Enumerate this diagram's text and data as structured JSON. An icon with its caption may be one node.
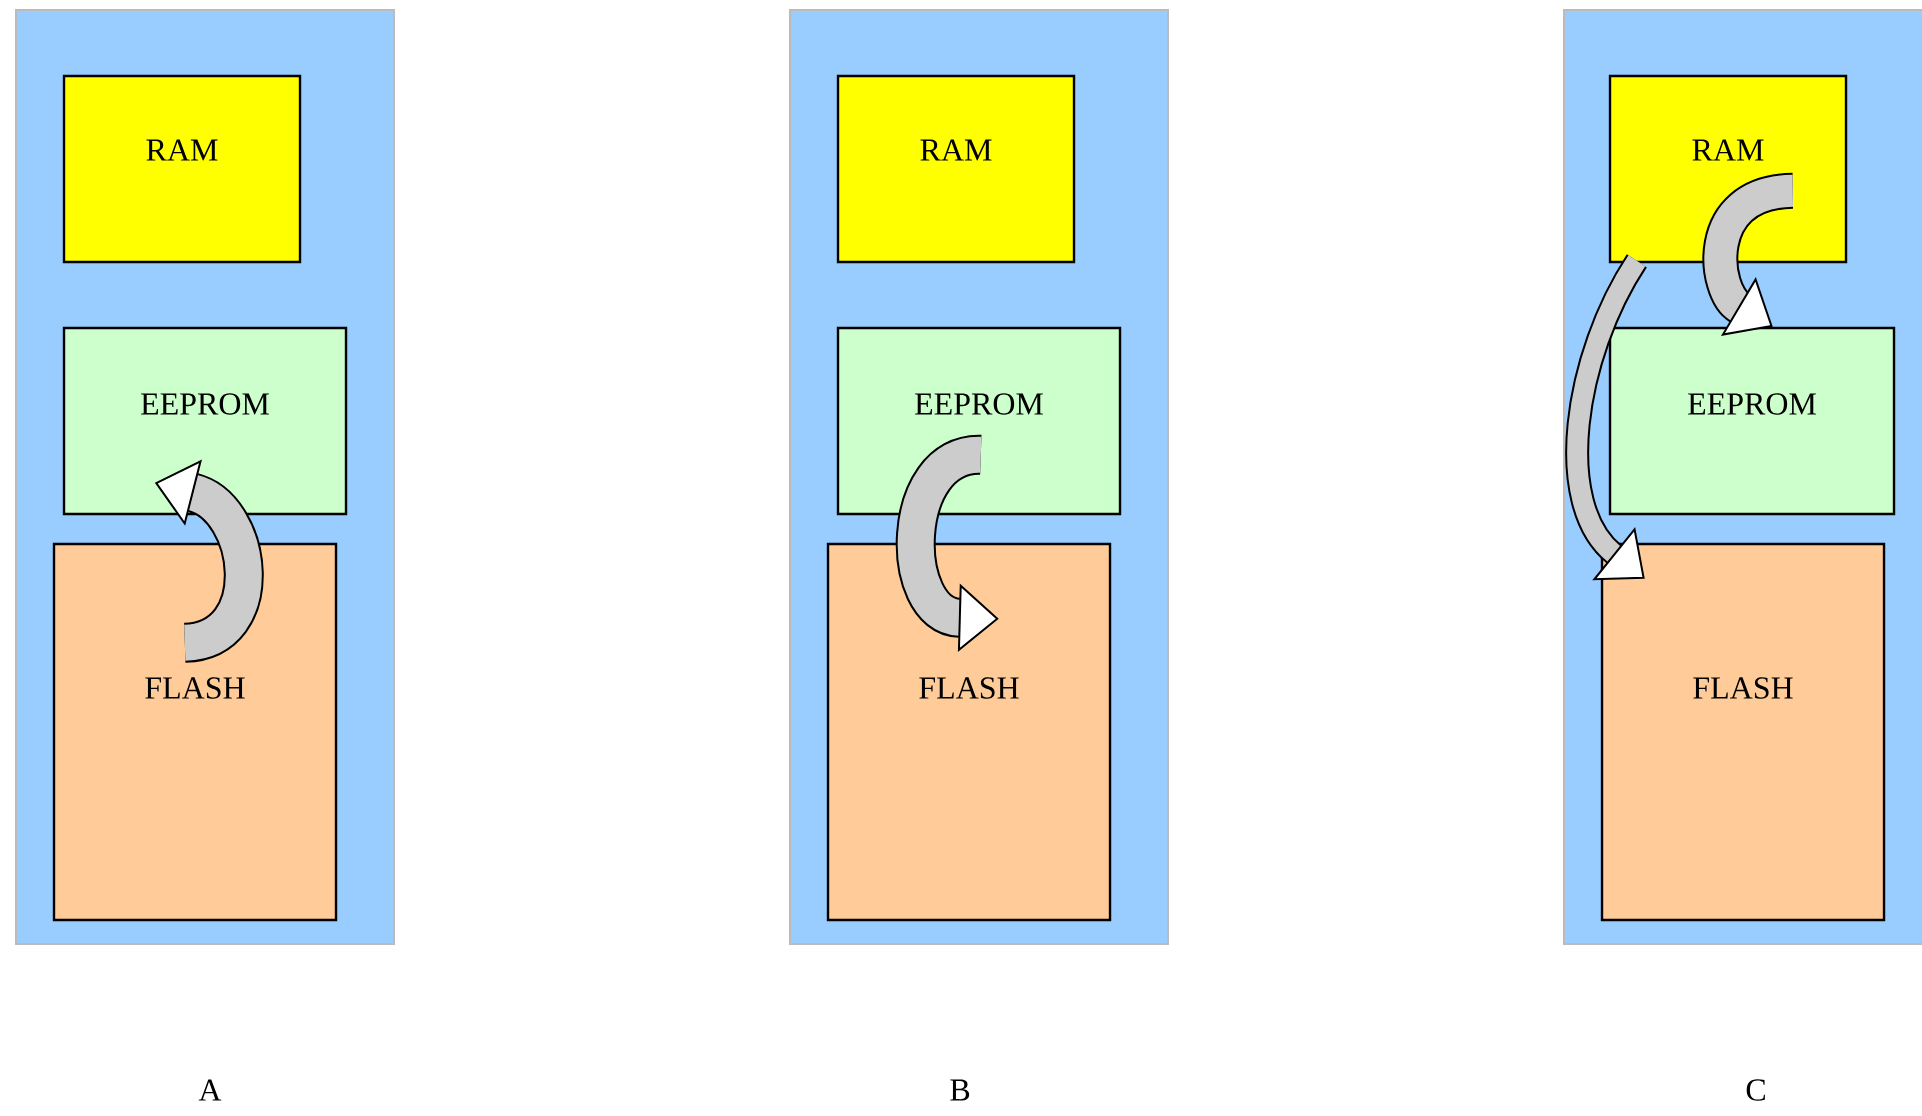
{
  "diagram": {
    "nodes": [
      {
        "text": [],
        "shape": "box"
      },
      {
        "text": [
          "RAM"
        ],
        "in": 0
      },
      {
        "text": [
          "EEPROM"
        ],
        "in": 0
      },
      {
        "text": [
          "FLASH"
        ],
        "in": 0
      },
      {
        "text": [],
        "shape": "box"
      },
      {
        "text": [
          "RAM"
        ],
        "in": 4
      },
      {
        "text": [
          "EEPROM"
        ],
        "in": 4
      },
      {
        "text": [
          "FLASH"
        ],
        "in": 4
      },
      {
        "text": [],
        "shape": "box"
      },
      {
        "text": [
          "RAM"
        ],
        "in": 8
      },
      {
        "text": [
          "EEPROM"
        ],
        "in": 8
      },
      {
        "text": [
          "FLASH"
        ],
        "in": 8
      }
    ],
    "edges": [
      {
        "from": 3,
        "to": 2,
        "arrow": "to"
      },
      {
        "from": 6,
        "to": 7,
        "arrow": "to"
      },
      {
        "from": 9,
        "to": 10,
        "arrow": "to"
      },
      {
        "from": 9,
        "to": 11,
        "arrow": "to"
      }
    ],
    "labels": [
      "A",
      "B",
      "C"
    ]
  }
}
